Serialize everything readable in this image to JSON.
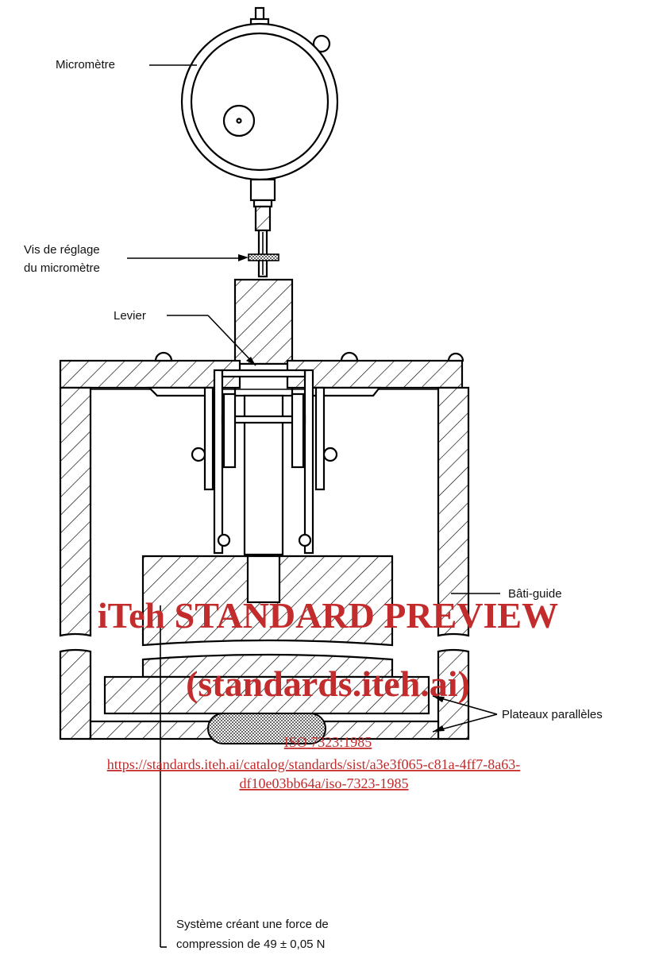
{
  "labels": {
    "micrometre": "Micromètre",
    "vis_line1": "Vis de réglage",
    "vis_line2": "du micromètre",
    "levier": "Levier",
    "bati_guide": "Bâti-guide",
    "plateaux": "Plateaux parallèles",
    "systeme_line1": "Système créant une force de",
    "systeme_line2": "compression de 49 ± 0,05 N"
  },
  "watermark": {
    "line1": "iTeh STANDARD PREVIEW",
    "line2": "(standards.iteh.ai)",
    "line3": "ISO 7323:1985",
    "line4": "https://standards.iteh.ai/catalog/standards/sist/a3e3f065-c81a-4ff7-8a63-",
    "line5": "df10e03bb64a/iso-7323-1985",
    "color": "#c22c2c"
  }
}
